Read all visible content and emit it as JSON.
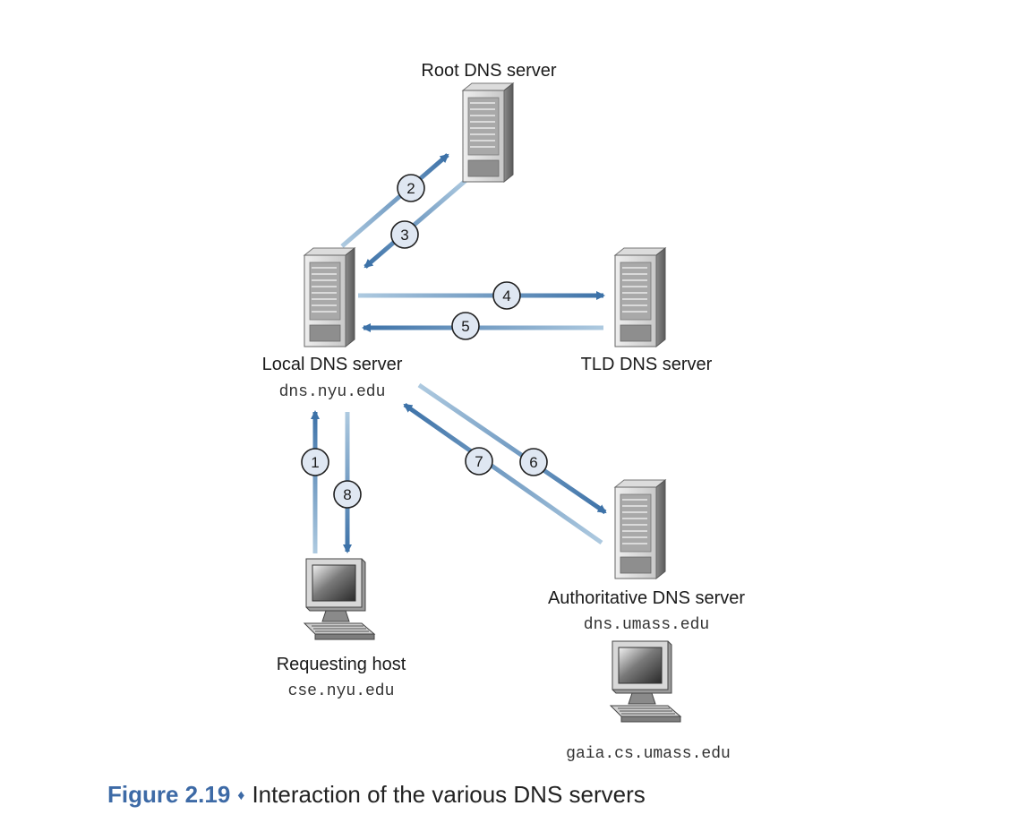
{
  "nodes": {
    "root": {
      "label": "Root DNS server"
    },
    "local": {
      "label": "Local DNS server",
      "host": "dns.nyu.edu"
    },
    "tld": {
      "label": "TLD DNS server"
    },
    "authoritative": {
      "label": "Authoritative DNS server",
      "host": "dns.umass.edu"
    },
    "requesting": {
      "label": "Requesting host",
      "host": "cse.nyu.edu"
    },
    "target": {
      "host": "gaia.cs.umass.edu"
    }
  },
  "steps": [
    "1",
    "2",
    "3",
    "4",
    "5",
    "6",
    "7",
    "8"
  ],
  "caption": {
    "figure": "Figure 2.19",
    "separator": "♦",
    "text": "Interaction of the various DNS servers"
  },
  "colors": {
    "arrow": "#3d72a8",
    "step_badge_fill": "#dfe7f2"
  }
}
